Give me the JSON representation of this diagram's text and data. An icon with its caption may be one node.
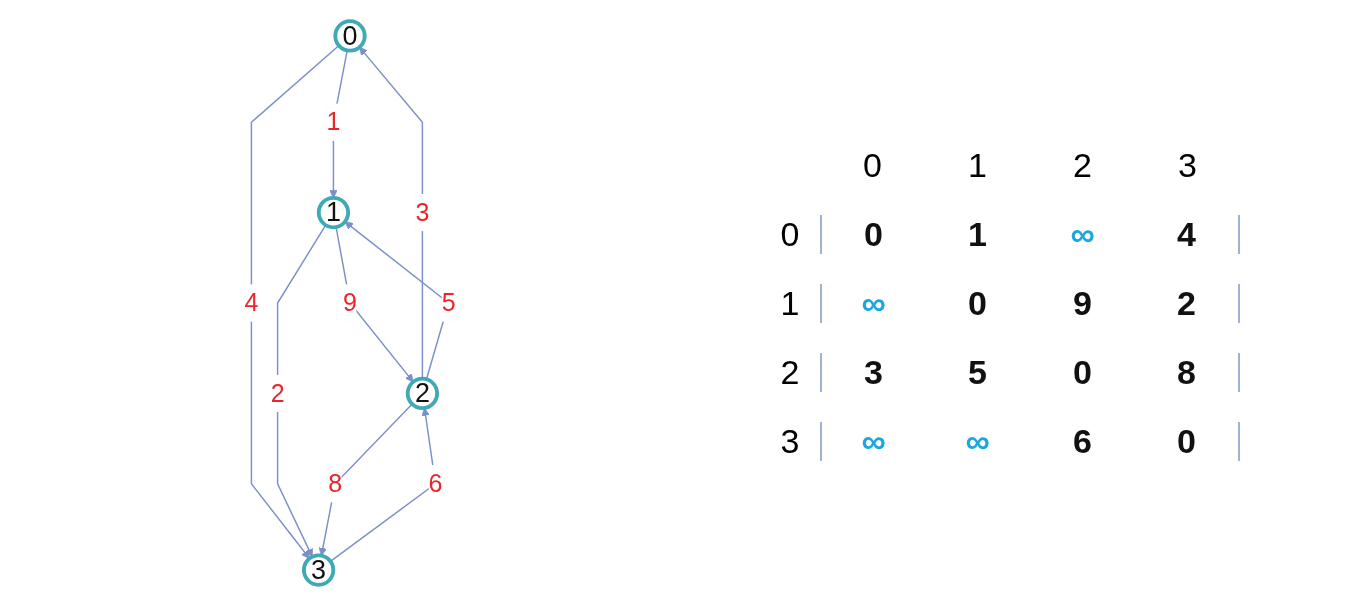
{
  "diagram": {
    "nodes": [
      {
        "text": [
          "0"
        ]
      },
      {
        "text": [
          "1"
        ]
      },
      {
        "text": [
          "2"
        ]
      },
      {
        "text": [
          "3"
        ]
      }
    ],
    "edges": [
      {
        "from": 0,
        "to": 1,
        "arrow": "to",
        "label": "1"
      },
      {
        "from": 0,
        "to": 3,
        "arrow": "to",
        "label": "4"
      },
      {
        "from": 1,
        "to": 2,
        "arrow": "to",
        "label": "9"
      },
      {
        "from": 1,
        "to": 3,
        "arrow": "to",
        "label": "2"
      },
      {
        "from": 2,
        "to": 0,
        "arrow": "to",
        "label": "3"
      },
      {
        "from": 2,
        "to": 1,
        "arrow": "to",
        "label": "5"
      },
      {
        "from": 2,
        "to": 3,
        "arrow": "to",
        "label": "8"
      },
      {
        "from": 3,
        "to": 2,
        "arrow": "to",
        "label": "6"
      }
    ],
    "labels": [
      "0",
      "1",
      "2",
      "3",
      "0",
      "0",
      "1",
      "∞",
      "4",
      "1",
      "∞",
      "0",
      "9",
      "2",
      "2",
      "3",
      "5",
      "0",
      "8",
      "3",
      "∞",
      "∞",
      "6",
      "0"
    ]
  }
}
